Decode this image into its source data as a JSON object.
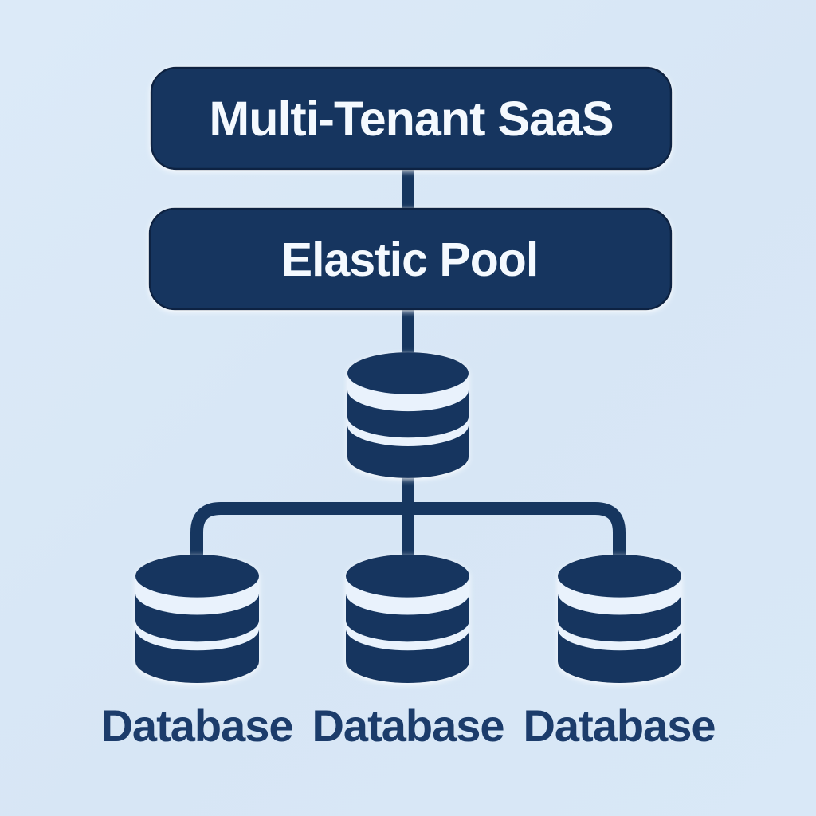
{
  "diagram": {
    "type": "architecture-hierarchy",
    "root_node": {
      "label": "Multi-Tenant SaaS"
    },
    "pool_node": {
      "label": "Elastic Pool"
    },
    "pool_database": {
      "icon": "database-icon"
    },
    "tenant_databases": [
      {
        "icon": "database-icon",
        "label": "Database"
      },
      {
        "icon": "database-icon",
        "label": "Database"
      },
      {
        "icon": "database-icon",
        "label": "Database"
      }
    ],
    "edges": [
      "Multi-Tenant SaaS -> Elastic Pool",
      "Elastic Pool -> Pool Database",
      "Pool Database -> Database (tenant 1)",
      "Pool Database -> Database (tenant 2)",
      "Pool Database -> Database (tenant 3)"
    ],
    "colors": {
      "background": "#d9e8f7",
      "primary": "#16365f",
      "node_outline": "#0c2342",
      "node_text": "#f4f9fe",
      "db_stripe": "#e9f2fc",
      "db_label_text": "#1c3c6b"
    }
  }
}
